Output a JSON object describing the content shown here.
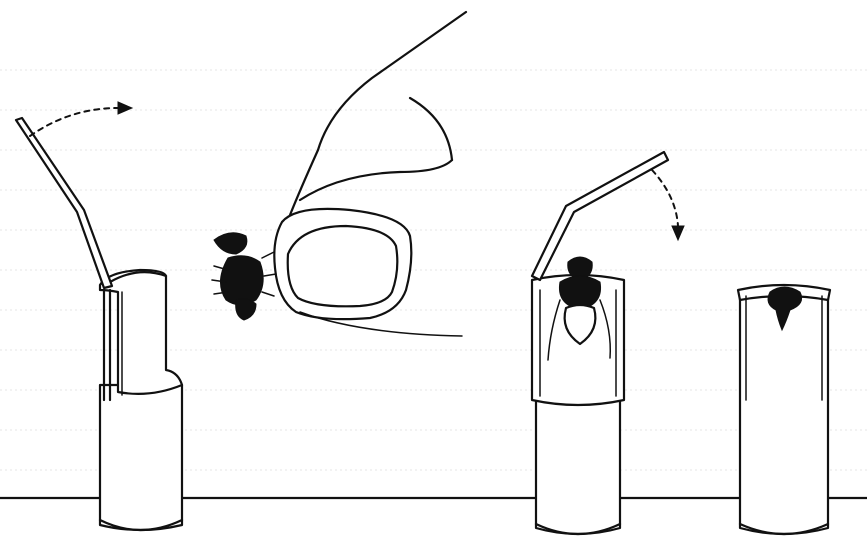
{
  "figure": {
    "panels": [
      {
        "id": "tube-open",
        "lid_state": "open"
      },
      {
        "id": "fly-held",
        "lid_state": "n/a"
      },
      {
        "id": "tube-fly-inside",
        "lid_state": "closing"
      },
      {
        "id": "tube-closed",
        "lid_state": "closed"
      }
    ],
    "colors": {
      "ink": "#111111",
      "paper": "#ffffff"
    }
  }
}
